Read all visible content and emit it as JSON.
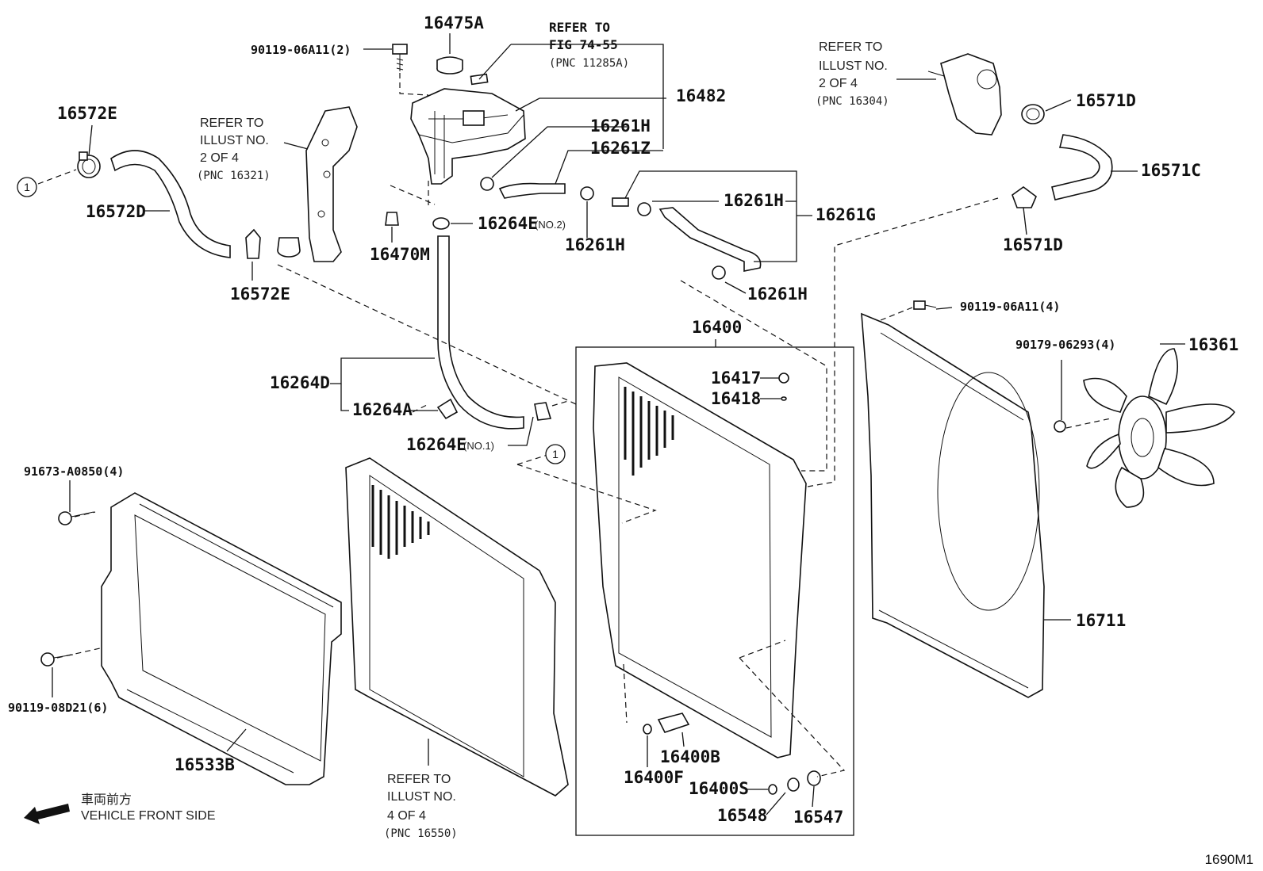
{
  "diagram": {
    "figure_id": "1690M1",
    "direction": {
      "japanese": "車両前方",
      "english": "VEHICLE FRONT SIDE"
    },
    "callout_symbol": "1",
    "parts": {
      "p16475A": "16475A",
      "p90119_06A11_top": "90119-06A11(2)",
      "p16482": "16482",
      "p16261H_a": "16261H",
      "p16261Z": "16261Z",
      "p16261H_b": "16261H",
      "p16261H_c": "16261H",
      "p16261G": "16261G",
      "p16261H_d": "16261H",
      "p16264E_no2": "16264E",
      "p16264E_no1": "16264E",
      "no2": "(NO.2)",
      "no1": "(NO.1)",
      "p16470M": "16470M",
      "p16572E_top": "16572E",
      "p16572D": "16572D",
      "p16572E_bottom": "16572E",
      "p16571D_top": "16571D",
      "p16571C": "16571C",
      "p16571D_bottom": "16571D",
      "p16264D": "16264D",
      "p16264A": "16264A",
      "p16400": "16400",
      "p16417": "16417",
      "p16418": "16418",
      "p90119_06A11_right": "90119-06A11(4)",
      "p90179_06293": "90179-06293(4)",
      "p16361": "16361",
      "p91673_A0850": "91673-A0850(4)",
      "p90119_08D21": "90119-08D21(6)",
      "p16533B": "16533B",
      "p16711": "16711",
      "p16400B": "16400B",
      "p16400F": "16400F",
      "p16400S": "16400S",
      "p16548": "16548",
      "p16547": "16547"
    },
    "references": {
      "fig74": {
        "line1": "REFER TO",
        "line2": "FIG 74-55",
        "line3": "(PNC 11285A)"
      },
      "illust16321": {
        "line1": "REFER TO",
        "line2": "ILLUST NO.",
        "line3": "2 OF 4",
        "line4": "(PNC 16321)"
      },
      "illust16304": {
        "line1": "REFER TO",
        "line2": "ILLUST NO.",
        "line3": "2 OF 4",
        "line4": "(PNC 16304)"
      },
      "illust16550": {
        "line1": "REFER TO",
        "line2": "ILLUST NO.",
        "line3": "4 OF 4",
        "line4": "(PNC 16550)"
      }
    }
  }
}
